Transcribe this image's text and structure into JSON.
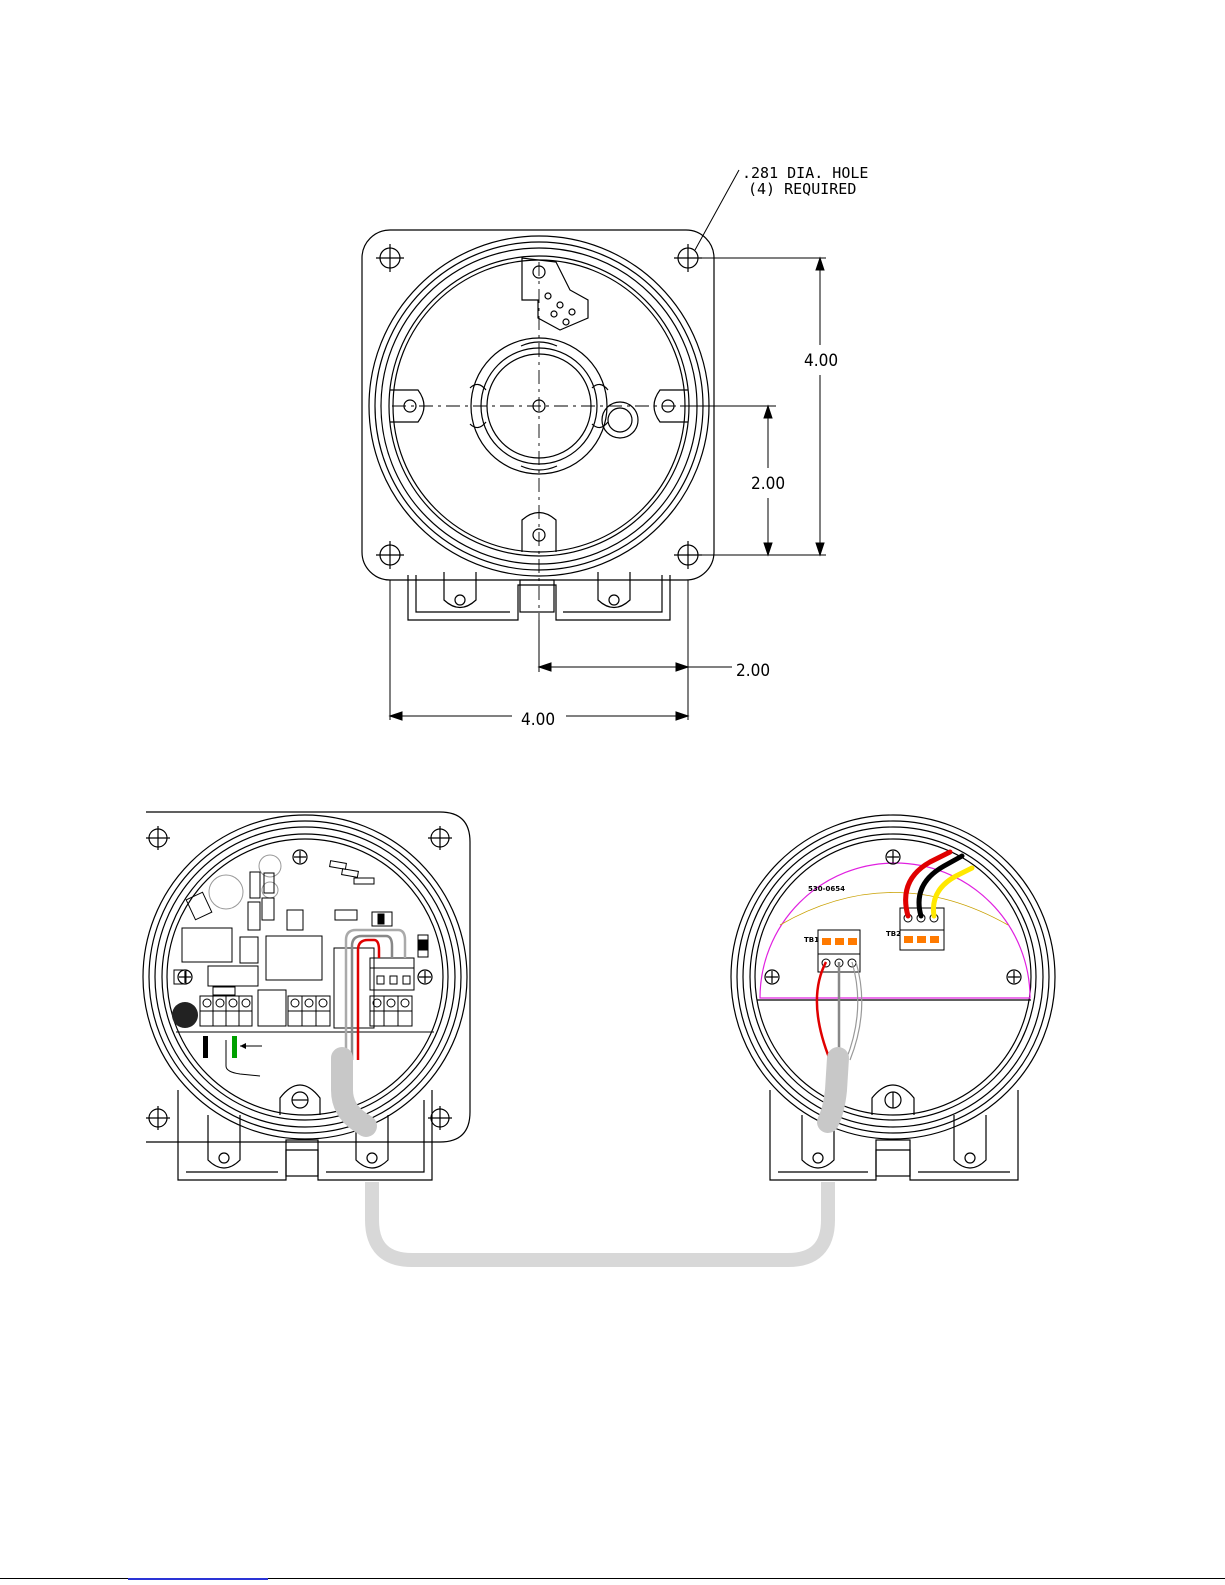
{
  "top_view": {
    "note_line1": ".281 DIA. HOLE",
    "note_line2": "(4) REQUIRED",
    "dim_vertical_total": "4.00",
    "dim_vertical_half": "2.00",
    "dim_horizontal_half": "2.00",
    "dim_horizontal_total": "4.00"
  },
  "right_board": {
    "part_number": "530-0654",
    "tb1_label": "TB1",
    "tb2_label": "TB2"
  },
  "colors": {
    "red": "#e00000",
    "black": "#000000",
    "yellow": "#ffe800",
    "green": "#00a000",
    "orange": "#ff7a00",
    "magenta": "#e020e0",
    "gray": "#888888",
    "conduit": "#d8d8d8"
  }
}
